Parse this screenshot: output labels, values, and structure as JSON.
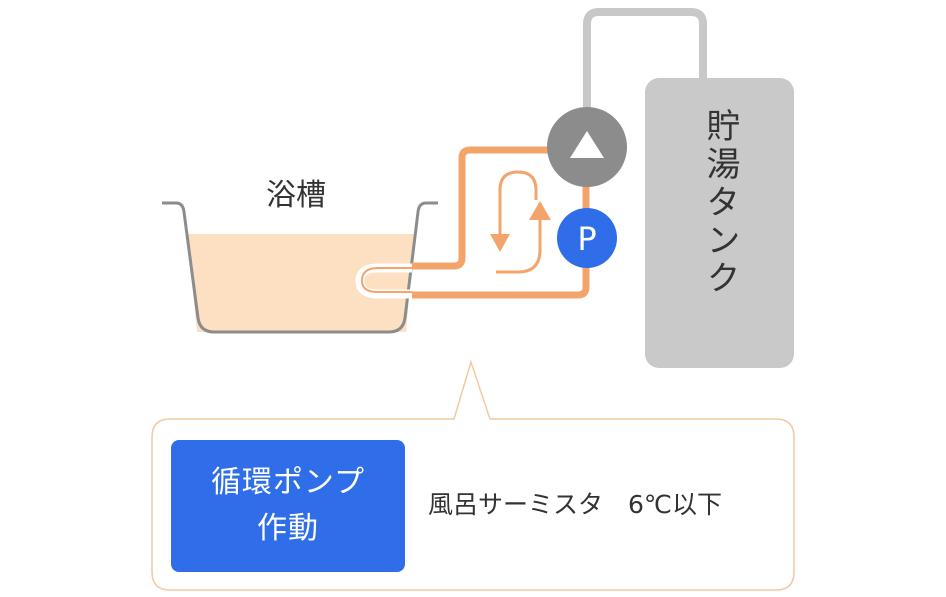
{
  "bathtub": {
    "label": "浴槽"
  },
  "tank": {
    "label": "貯湯タンク"
  },
  "pump": {
    "label": "P"
  },
  "callout": {
    "status_line1": "循環ポンプ",
    "status_line2": "作動",
    "condition": "風呂サーミスタ　6℃以下"
  },
  "colors": {
    "pipe_hot": "#f4a46a",
    "pipe_gray": "#c8c8c8",
    "tank": "#c9c9c9",
    "valve": "#8c8c8c",
    "pump": "#2f6ee8",
    "water": "#fddfc2",
    "badge": "#2f6ee8",
    "callout_border": "#f2c9a0"
  }
}
